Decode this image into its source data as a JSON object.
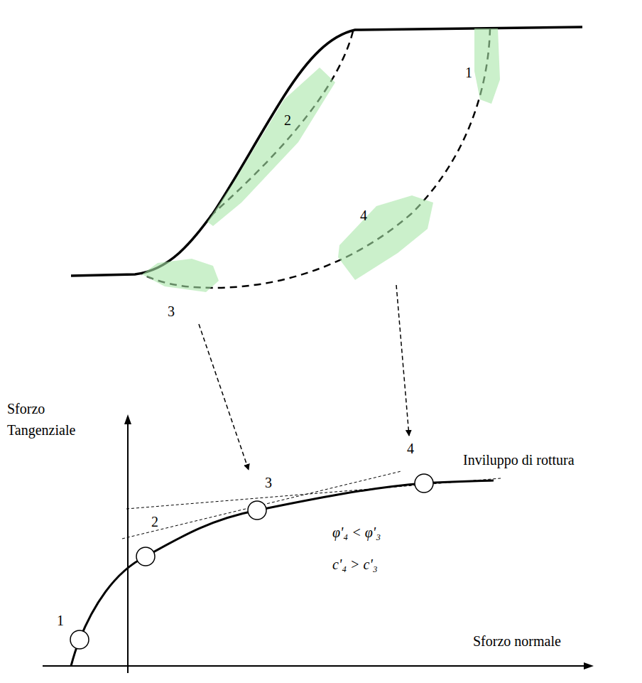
{
  "diagram": {
    "nodes": [
      {
        "text": [
          "1"
        ]
      },
      {
        "text": [
          "2"
        ]
      },
      {
        "text": [
          "3"
        ]
      },
      {
        "text": [
          "4"
        ]
      },
      {
        "text": [
          "1"
        ]
      },
      {
        "text": [
          "2"
        ]
      },
      {
        "text": [
          "3"
        ]
      },
      {
        "text": [
          "4"
        ]
      }
    ],
    "edges": [
      {
        "from": 2,
        "to": 6,
        "arrow": "to"
      },
      {
        "from": 3,
        "to": 7,
        "arrow": "to"
      }
    ],
    "labels": [
      "Sforzo Tangenziale",
      "Sforzo normale",
      "Inviluppo di rottura",
      "φ'₄ < φ'₃",
      "c'₄ > c'₃"
    ]
  }
}
